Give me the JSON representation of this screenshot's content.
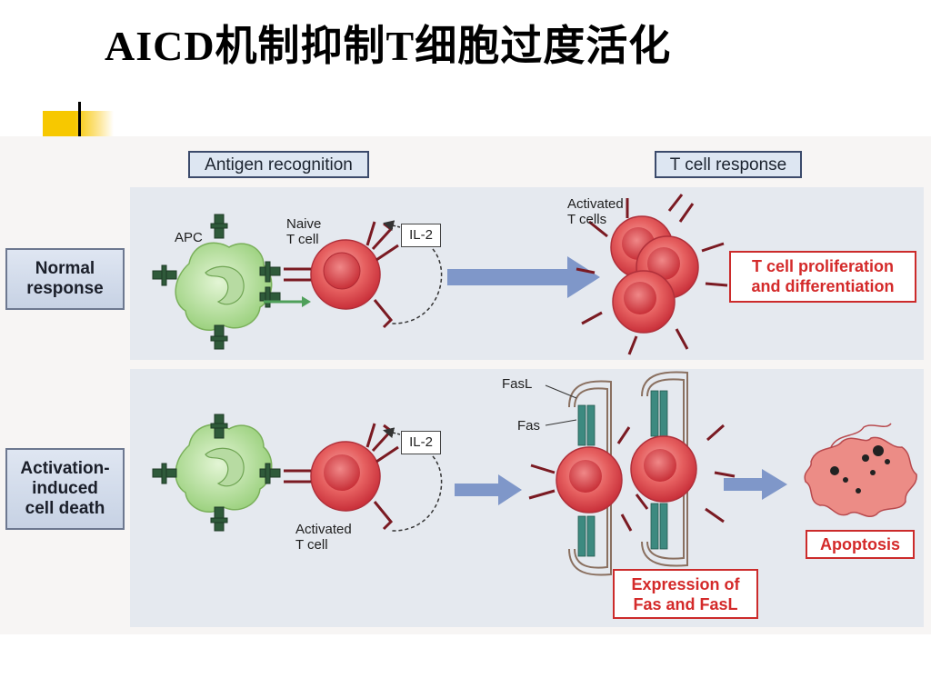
{
  "slide": {
    "title": "AICD机制抑制T细胞过度活化"
  },
  "figure": {
    "headers": {
      "antigen_recognition": "Antigen recognition",
      "t_cell_response": "T cell response"
    },
    "rows": {
      "normal": {
        "label_line1": "Normal",
        "label_line2": "response"
      },
      "aicd": {
        "label_line1": "Activation-",
        "label_line2": "induced",
        "label_line3": "cell death"
      }
    },
    "labels": {
      "apc": "APC",
      "naive_line1": "Naive",
      "naive_line2": "T cell",
      "il2_top": "IL-2",
      "il2_bottom": "IL-2",
      "activated_cells_line1": "Activated",
      "activated_cells_line2": "T cells",
      "activated_cell_line1": "Activated",
      "activated_cell_line2": "T cell",
      "fasl": "FasL",
      "fas": "Fas"
    },
    "outcomes": {
      "proliferation_line1": "T cell proliferation",
      "proliferation_line2": "and differentiation",
      "expression_line1": "Expression of",
      "expression_line2": "Fas and FasL",
      "apoptosis": "Apoptosis"
    }
  },
  "colors": {
    "accent_yellow": "#f7c800",
    "t_cell": "#e0484f",
    "apc": "#a8d98a",
    "arrow": "#7f97c9",
    "outcome_red": "#d42a2a",
    "receptor": "#7a1a22"
  }
}
